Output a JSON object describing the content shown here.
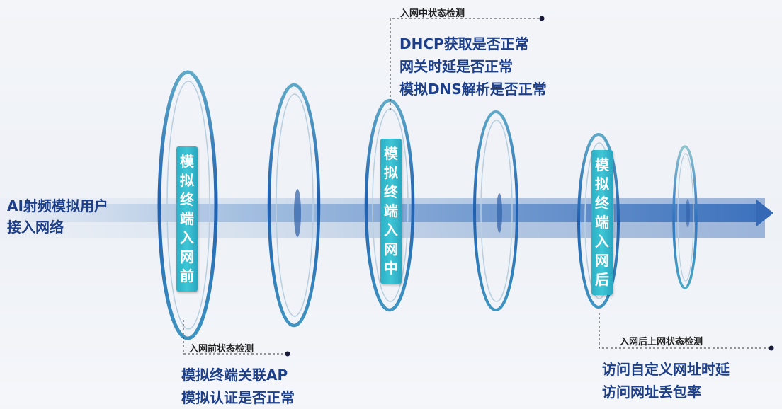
{
  "left_label": [
    "AI射频模拟用户",
    "接入网络"
  ],
  "stages": [
    {
      "tag": "模拟终端入网前",
      "caption": "入网前状态检测",
      "details": [
        "模拟终端关联AP",
        "模拟认证是否正常"
      ]
    },
    {
      "tag": "模拟终端入网中",
      "caption": "入网中状态检测",
      "details": [
        "DHCP获取是否正常",
        "网关时延是否正常",
        "模拟DNS解析是否正常"
      ]
    },
    {
      "tag": "模拟终端入网后",
      "caption": "入网后上网状态检测",
      "details": [
        "访问自定义网址时延",
        "访问网址丢包率"
      ]
    }
  ],
  "colors": {
    "text_blue": "#1d3f8a",
    "tag_teal": "#36bccf",
    "arrow_blue": "#3a6fb8"
  }
}
